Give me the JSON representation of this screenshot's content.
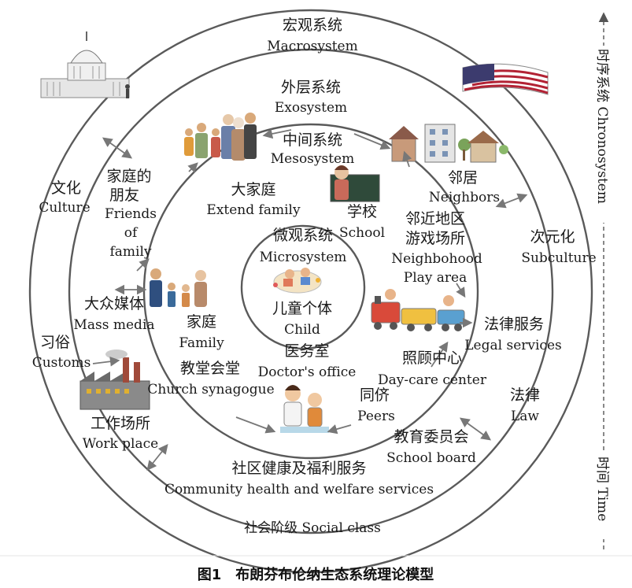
{
  "figure": {
    "caption": "图1　布朗芬布伦纳生态系统理论模型",
    "macrosystem": {
      "zh": "宏观系统",
      "en": "Macrosystem"
    },
    "exosystem": {
      "zh": "外层系统",
      "en": "Exosystem"
    },
    "mesosystem": {
      "zh": "中间系统",
      "en": "Mesosystem"
    },
    "microsystem": {
      "zh": "微观系统",
      "en": "Microsystem"
    },
    "child": {
      "zh": "儿童个体",
      "en": "Child"
    },
    "culture": {
      "zh": "文化",
      "en": "Culture"
    },
    "customs": {
      "zh": "习俗",
      "en": "Customs"
    },
    "subculture": {
      "zh": "次元化",
      "en": "Subculture"
    },
    "law": {
      "zh": "法律",
      "en": "Law"
    },
    "social_class": "社会阶级 Social class",
    "friends": {
      "zh1": "家庭的",
      "zh2": "朋友",
      "en1": "Friends",
      "en2": "of",
      "en3": "family"
    },
    "extend_family": {
      "zh": "大家庭",
      "en": "Extend family"
    },
    "school": {
      "zh": "学校",
      "en": "School"
    },
    "neighbors": {
      "zh": "邻居",
      "en": "Neighbors"
    },
    "play_area": {
      "zh1": "邻近地区",
      "zh2": "游戏场所",
      "en1": "Neighbohood",
      "en2": "Play area"
    },
    "mass_media": {
      "zh": "大众媒体",
      "en": "Mass media"
    },
    "family": {
      "zh": "家庭",
      "en": "Family"
    },
    "legal_services": {
      "zh": "法律服务",
      "en": "Legal services"
    },
    "doctor": {
      "zh": "医务室",
      "en": "Doctor's office"
    },
    "daycare": {
      "zh": "照顾中心",
      "en": "Day-care center"
    },
    "church": {
      "zh": "教堂会堂",
      "en": "Church synagogue"
    },
    "peers": {
      "zh": "同侪",
      "en": "Peers"
    },
    "work_place": {
      "zh": "工作场所",
      "en": "Work place"
    },
    "school_board": {
      "zh": "教育委员会",
      "en": "School board"
    },
    "community": {
      "zh": "社区健康及福利服务",
      "en": "Community health and welfare services"
    },
    "chronosystem": "时序系统 Chronosystem",
    "time": "时间 Time"
  },
  "colors": {
    "ring": "#5a5a5a",
    "arrow": "#777777",
    "text": "#1a1a1a",
    "flag_red": "#b22234",
    "flag_blue": "#3c3b6e"
  }
}
